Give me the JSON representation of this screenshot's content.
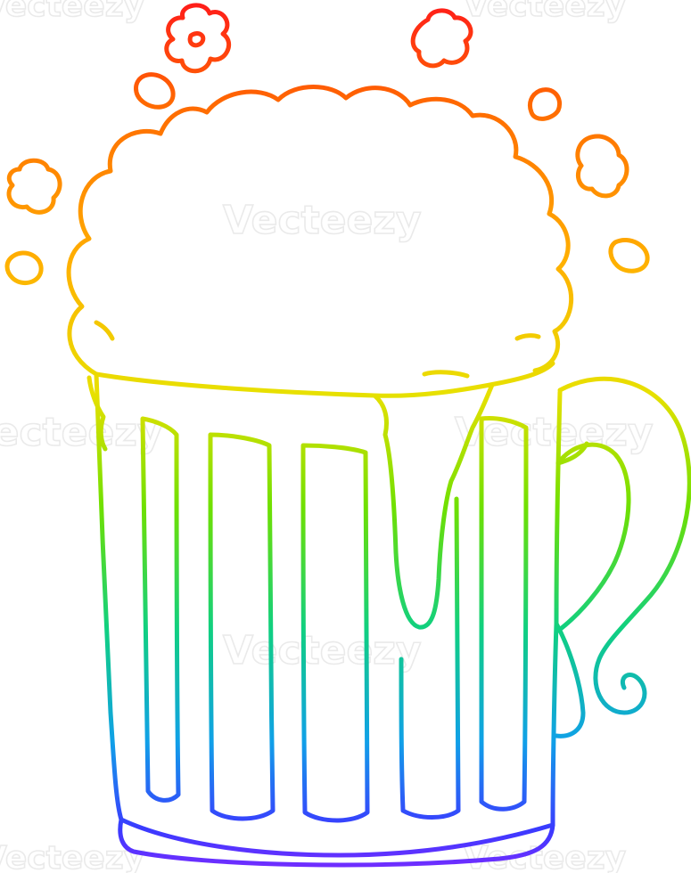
{
  "image": {
    "subject": "beer-mug",
    "style": "rainbow-gradient-line-art"
  },
  "watermark": {
    "text": "Vecteezy"
  },
  "colors": {
    "background": "#ffffff",
    "gradient": [
      "#ff1a1a",
      "#ff7a00",
      "#ffd000",
      "#7be000",
      "#10d070",
      "#10a0e0",
      "#3b3bff",
      "#7a2bff"
    ]
  }
}
